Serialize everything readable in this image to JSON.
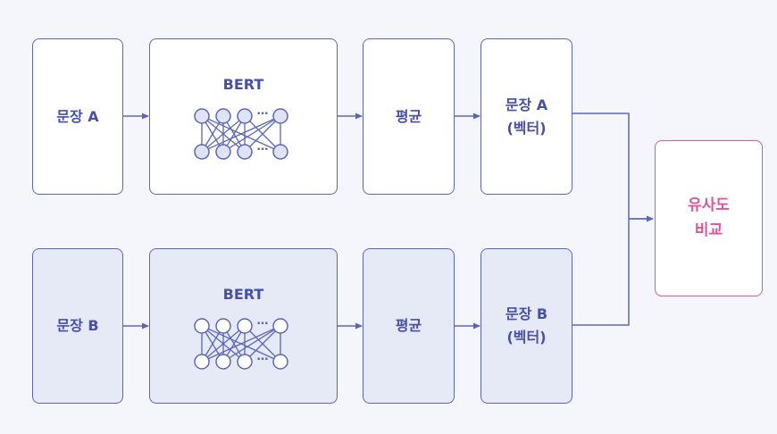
{
  "row_a": {
    "sentence": "문장 A",
    "model": "BERT",
    "pooling": "평균",
    "vector_line1": "문장 A",
    "vector_line2": "(벡터)"
  },
  "row_b": {
    "sentence": "문장 B",
    "model": "BERT",
    "pooling": "평균",
    "vector_line1": "문장 B",
    "vector_line2": "(벡터)"
  },
  "result": {
    "line1": "유사도",
    "line2": "비교"
  },
  "ellipsis": "…",
  "colors": {
    "stroke": "#5c66b8",
    "text": "#4650a8",
    "accent": "#e0559a",
    "row_b_fill": "#e6e9f6",
    "background": "#f5f6fb"
  }
}
